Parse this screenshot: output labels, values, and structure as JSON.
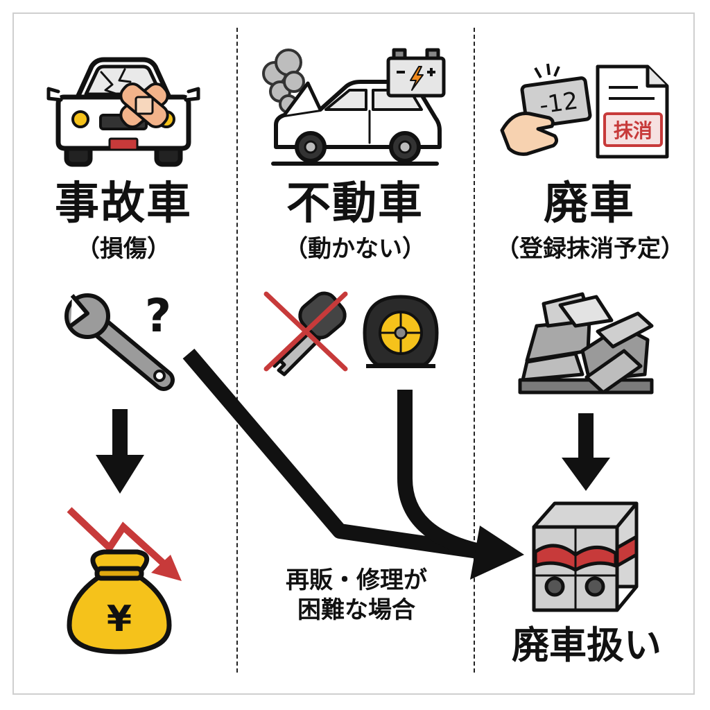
{
  "columns": [
    {
      "title": "事故車",
      "subtitle": "（損傷）"
    },
    {
      "title": "不動車",
      "subtitle": "（動かない）"
    },
    {
      "title": "廃車",
      "subtitle": "（登録抹消予定）"
    }
  ],
  "note": {
    "line1": "再販・修理が",
    "line2": "困難な場合"
  },
  "result": "廃車扱い",
  "icons": {
    "plate_text": "-12",
    "stamp_text": "抹消",
    "question_mark": "?",
    "yen_symbol": "¥"
  },
  "colors": {
    "text": "#111111",
    "accent_red": "#c73a3a",
    "money_yellow": "#f5c21b",
    "divider": "#222222"
  }
}
